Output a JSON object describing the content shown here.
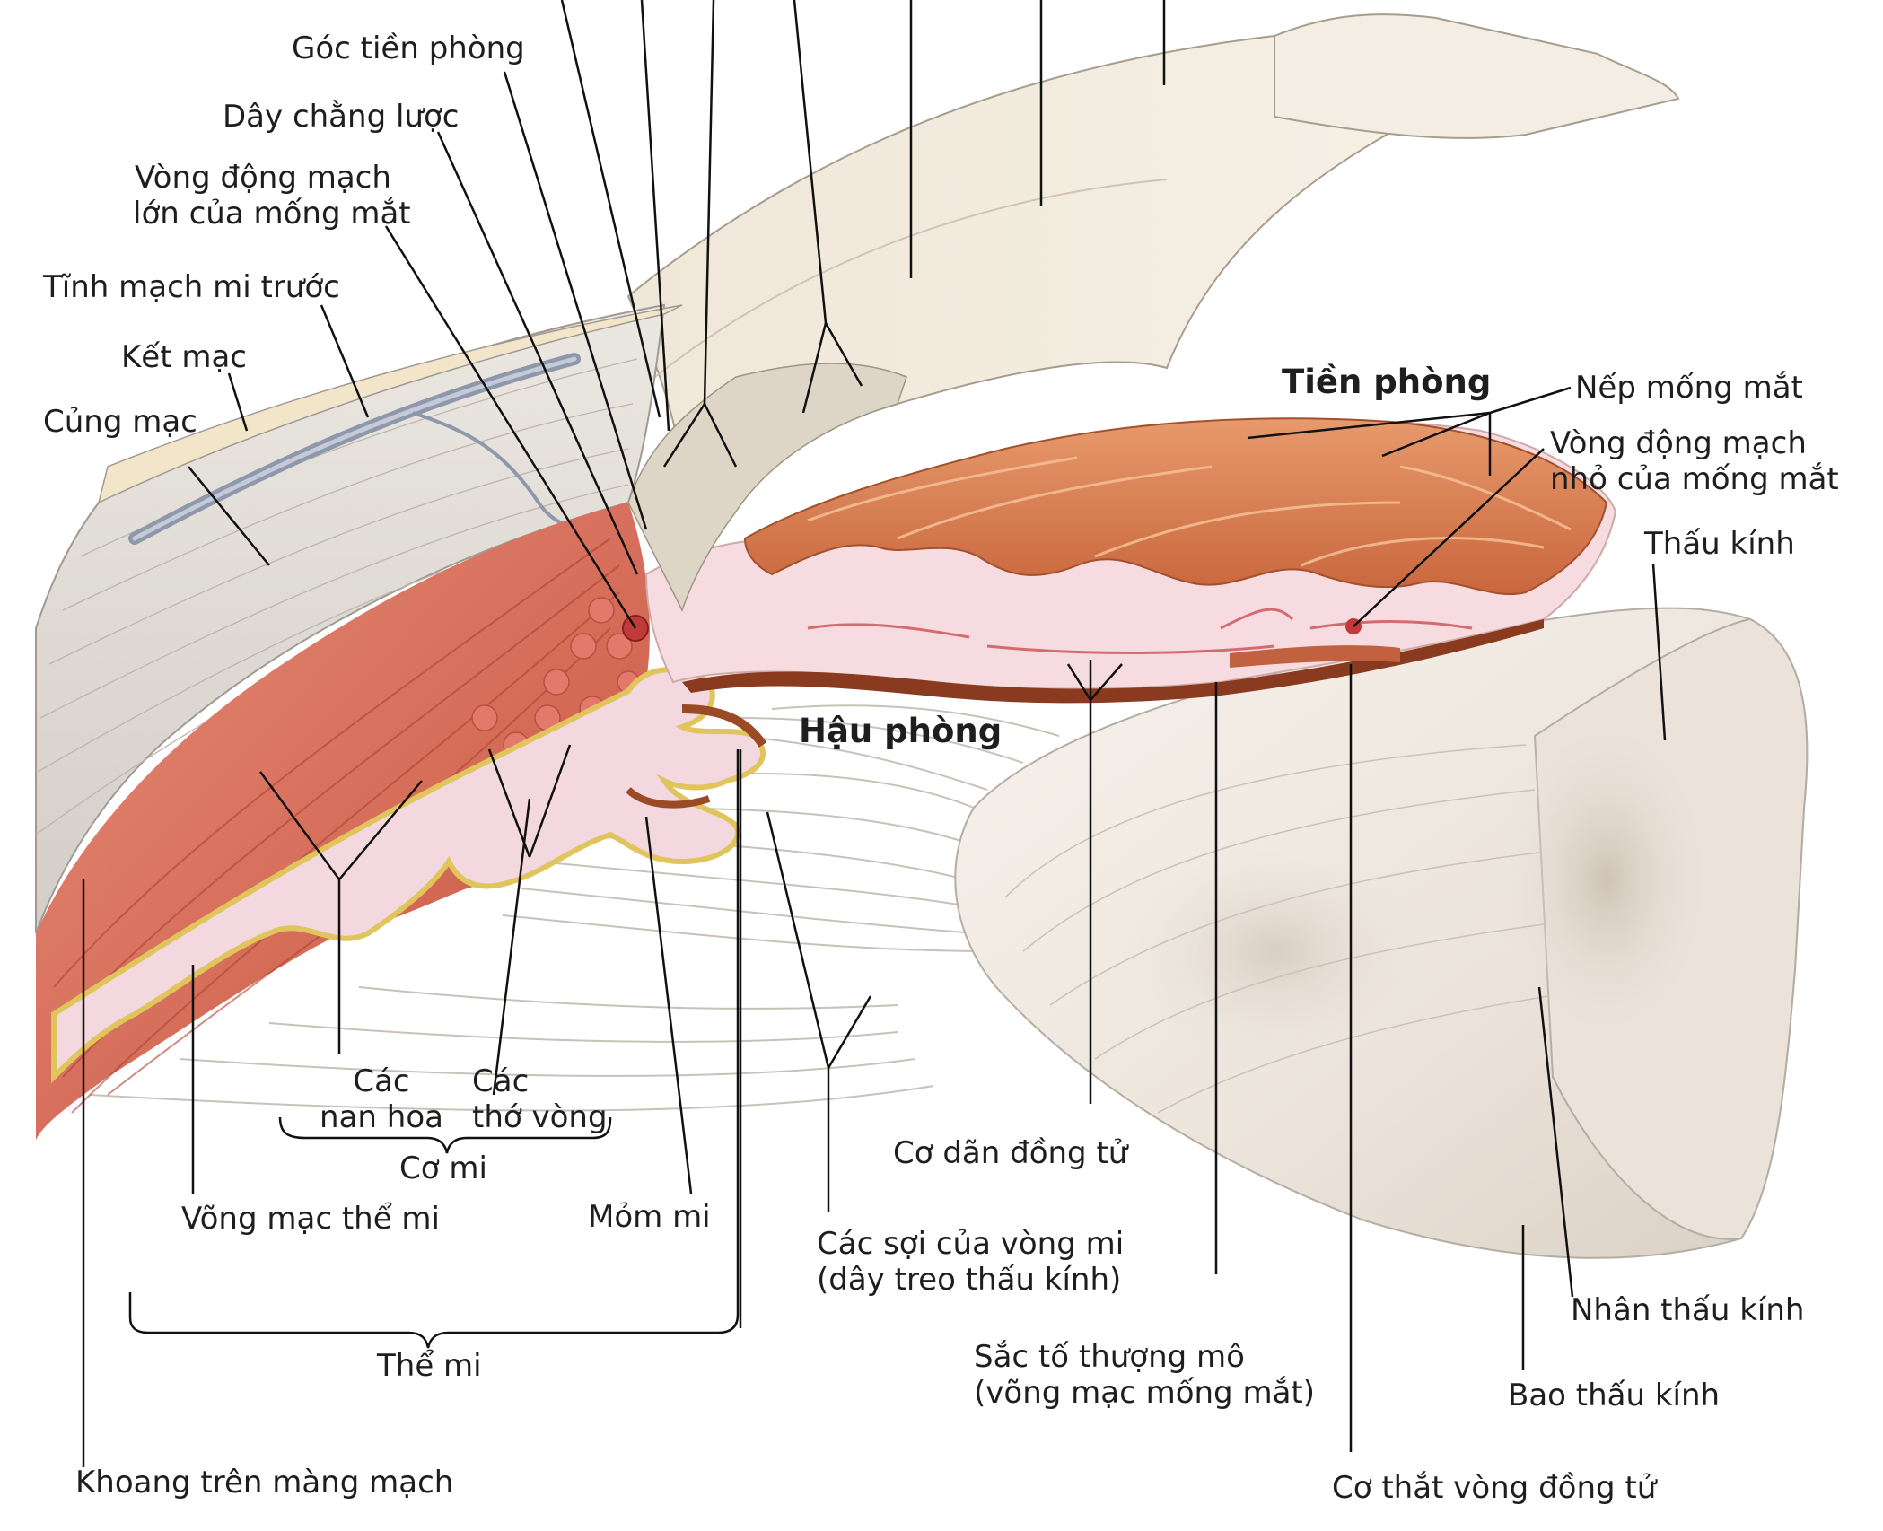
{
  "labels": {
    "goc_tien_phong": "Góc tiền phòng",
    "day_chang_luoc": "Dây chằng lược",
    "vong_dong_mach_lon_1": "Vòng động mạch",
    "vong_dong_mach_lon_2": "lớn của mống mắt",
    "tinh_mach_mi_truoc": "Tĩnh mạch mi trước",
    "ket_mac": "Kết mạc",
    "cung_mac": "Củng mạc",
    "tien_phong": "Tiền phòng",
    "nep_mong_mat": "Nếp mống mắt",
    "vong_dong_mach_nho_1": "Vòng động mạch",
    "vong_dong_mach_nho_2": "nhỏ của mống mắt",
    "thau_kinh": "Thấu kính",
    "hau_phong": "Hậu phòng",
    "cac_nan_hoa_1": "Các",
    "cac_nan_hoa_2": "nan hoa",
    "cac_tho_vong_1": "Các",
    "cac_tho_vong_2": "thớ vòng",
    "co_mi": "Cơ mi",
    "vong_mac_the_mi": "Võng mạc thể mi",
    "mom_mi": "Mỏm mi",
    "the_mi": "Thể mi",
    "khoang_tren_mang_mach": "Khoang trên màng mạch",
    "co_dan_dong_tu": "Cơ dãn đồng tử",
    "cac_soi_1": "Các sợi của vòng mi",
    "cac_soi_2": "(dây treo thấu kính)",
    "sac_to_1": "Sắc tố thượng mô",
    "sac_to_2": "(võng mạc mống mắt)",
    "nhan_thau_kinh": "Nhân thấu kính",
    "bao_thau_kinh": "Bao thấu kính",
    "co_that": "Cơ thắt vòng đồng tử"
  },
  "colors": {
    "sclera": "#e6e1da",
    "cornea": "#efe6d9",
    "muscle": "#d9725e",
    "iris_stroma": "#f6dbe0",
    "iris_surface": "#dd8a5e",
    "lens": "#f1ece6",
    "pigment": "#8a3a1e",
    "retina_yellow": "#e8cf6a",
    "vein": "#9aa4b8",
    "leader": "#111111"
  }
}
